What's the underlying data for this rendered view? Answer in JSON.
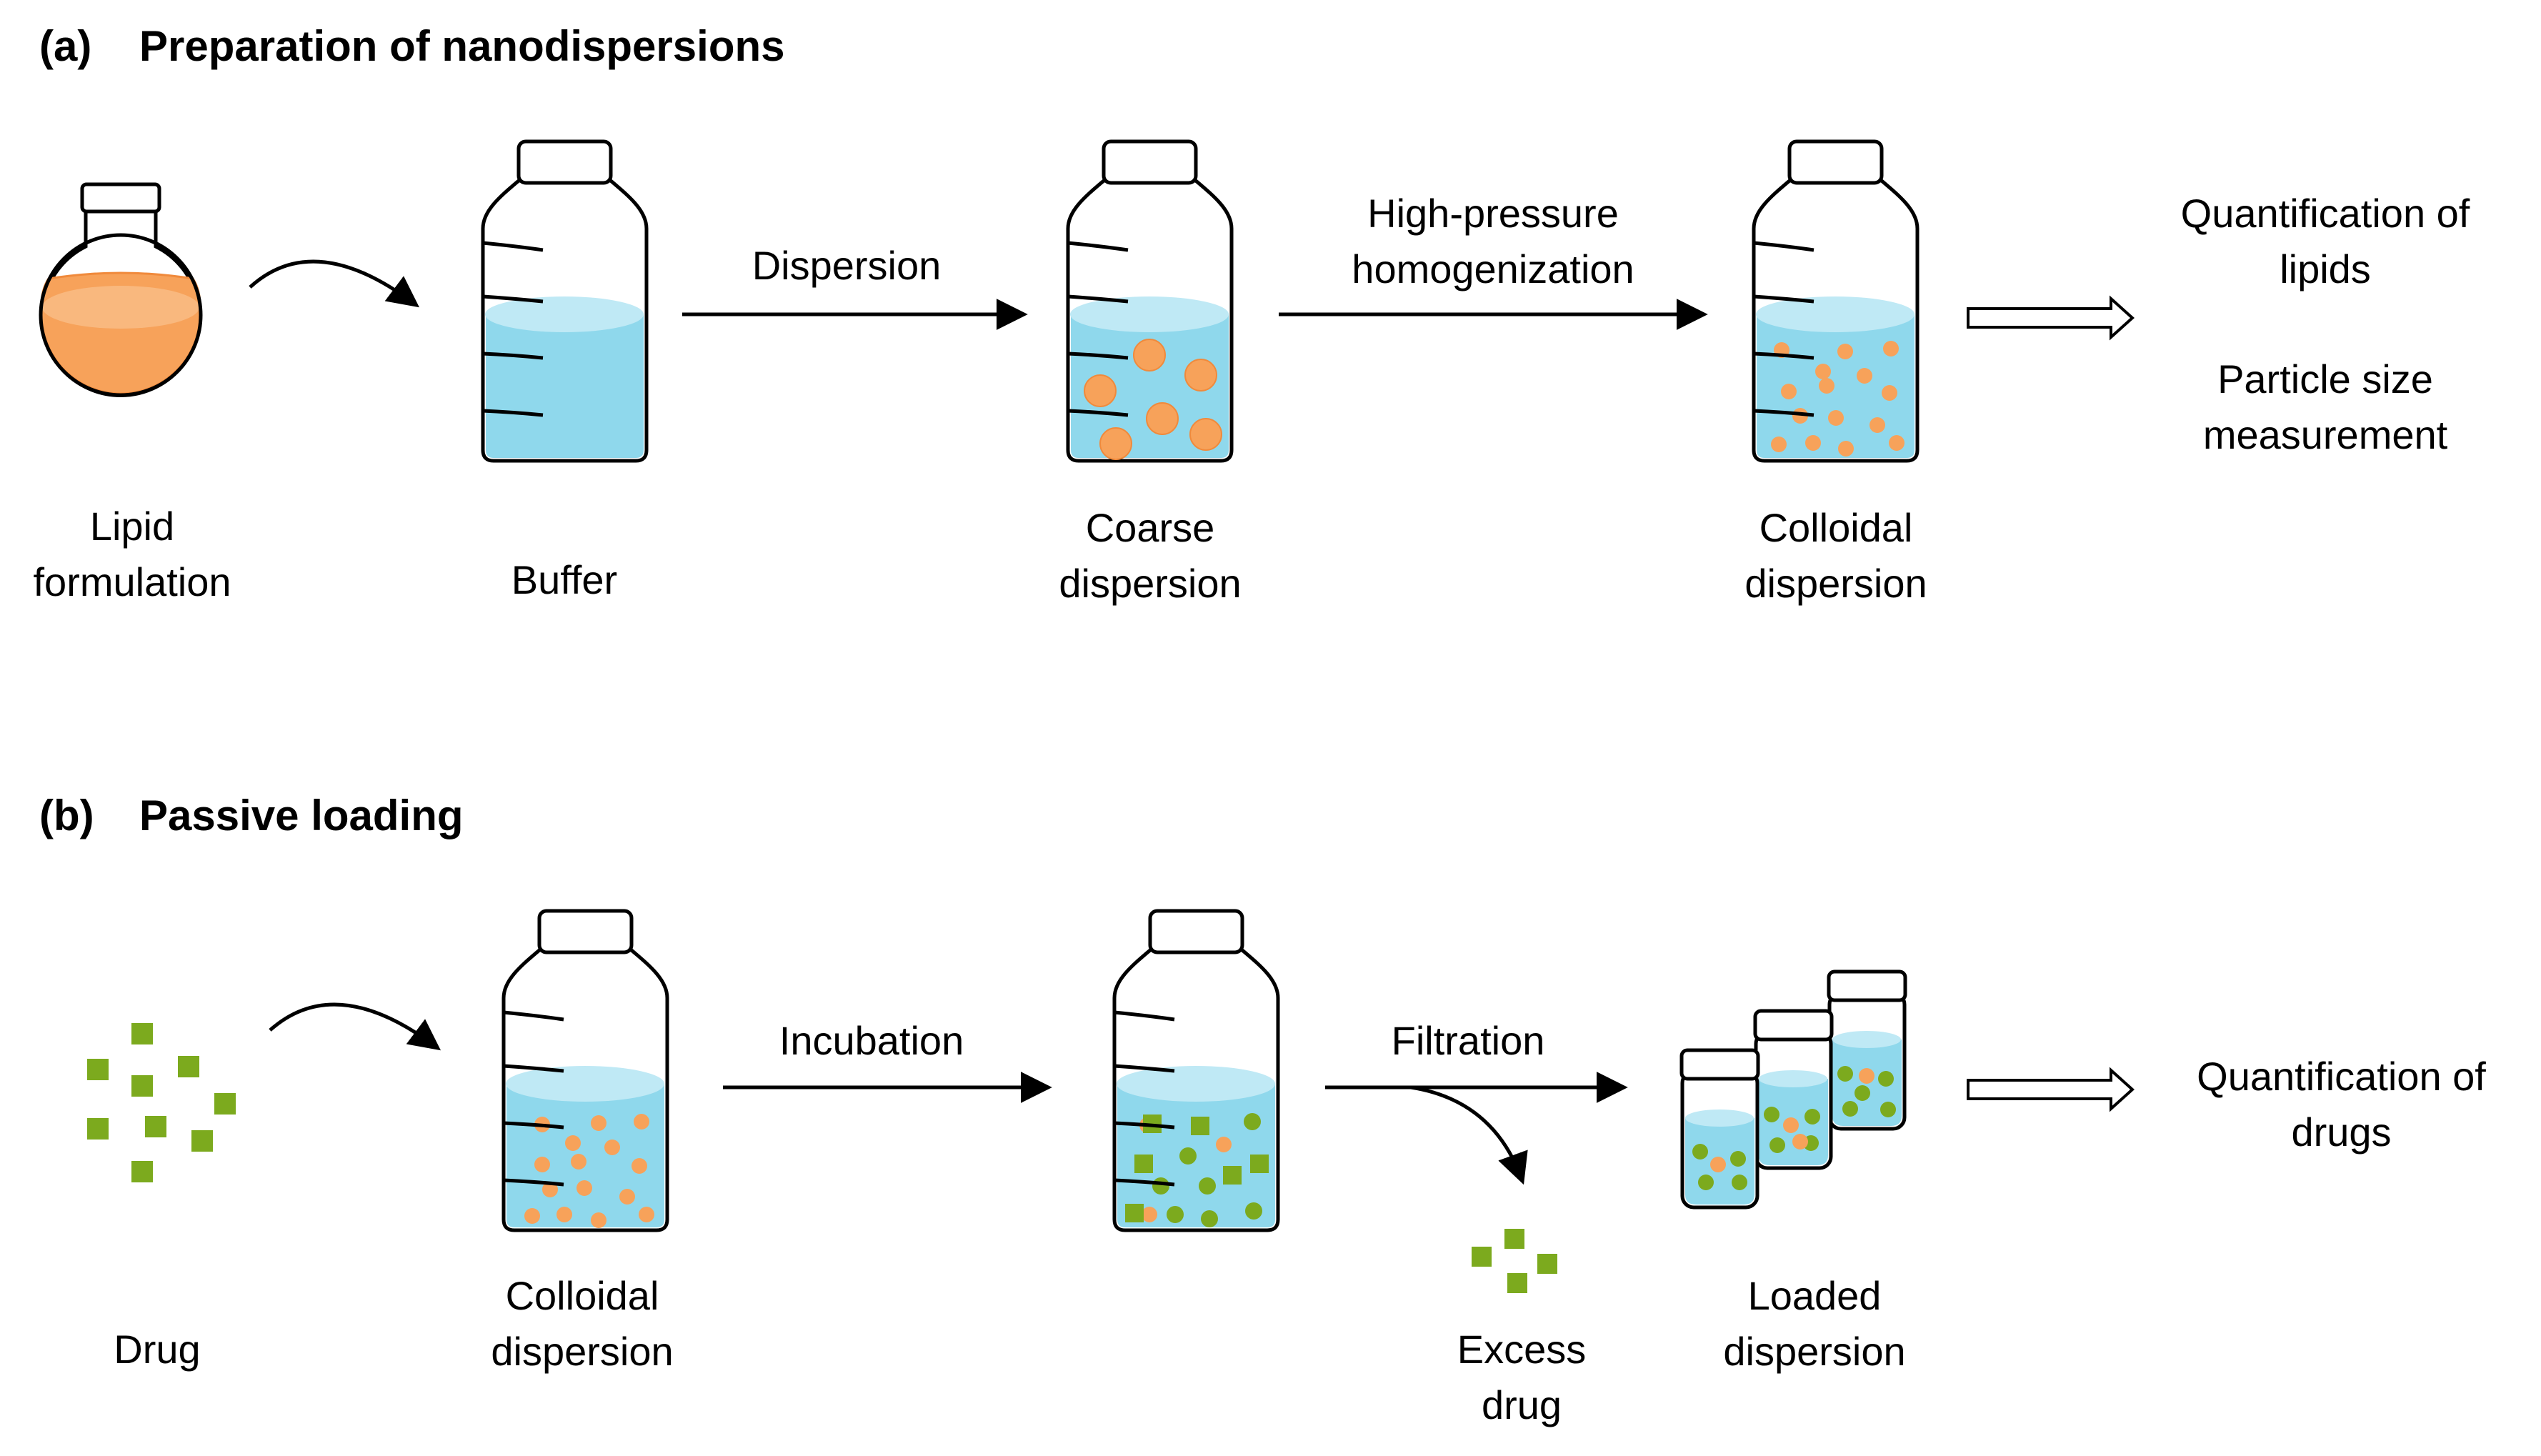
{
  "section_a": {
    "tag": "(a)",
    "title": "Preparation of nanodispersions",
    "items": {
      "lipid_formulation": [
        "Lipid",
        "formulation"
      ],
      "buffer": [
        "Buffer"
      ],
      "coarse_dispersion": [
        "Coarse",
        "dispersion"
      ],
      "colloidal_dispersion": [
        "Colloidal",
        "dispersion"
      ]
    },
    "steps": {
      "dispersion": "Dispersion",
      "homogenization": [
        "High-pressure",
        "homogenization"
      ]
    },
    "outputs": {
      "quantification_lipids": [
        "Quantification  of",
        "lipids"
      ],
      "particle_size": [
        "Particle size",
        "measurement"
      ]
    }
  },
  "section_b": {
    "tag": "(b)",
    "title": "Passive  loading",
    "items": {
      "drug": [
        "Drug"
      ],
      "colloidal_dispersion": [
        "Colloidal",
        "dispersion"
      ],
      "excess_drug": [
        "Excess",
        "drug"
      ],
      "loaded_dispersion": [
        "Loaded",
        "dispersion"
      ]
    },
    "steps": {
      "incubation": "Incubation",
      "filtration": "Filtration"
    },
    "outputs": {
      "quantification_drugs": [
        "Quantification  of",
        "drugs"
      ]
    }
  },
  "colors": {
    "lipid": "#f7a25a",
    "lipid_dark": "#f08a3c",
    "buffer": "#8fd8ec",
    "buffer_top": "#bfe9f5",
    "drug": "#7caa1e",
    "outline": "#000000"
  },
  "icons": {
    "flask": "round-bottom-flask-icon",
    "bottle": "lab-bottle-icon",
    "vial": "vial-icon",
    "process_arrow": "arrow-right-icon",
    "curved_arrow": "curved-arrow-icon",
    "outline_arrow": "hollow-arrow-icon"
  }
}
